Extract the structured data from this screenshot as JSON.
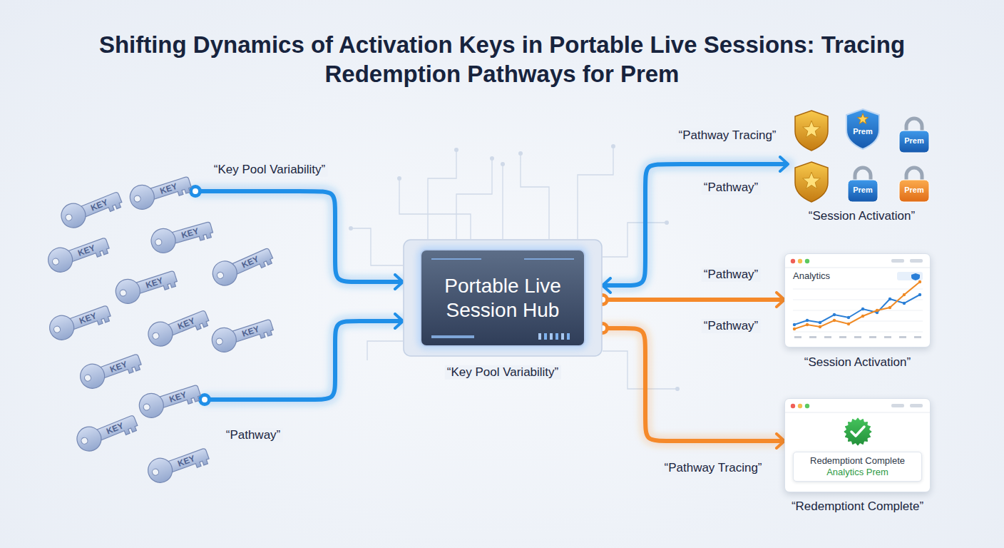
{
  "diagram": {
    "title": "Shifting Dynamics of Activation Keys in Portable Live Sessions: Tracing Redemption Pathways for Prem",
    "nodes": [
      {
        "text": [
          "KEY"
        ]
      },
      {
        "text": [
          "KEY"
        ]
      },
      {
        "text": [
          "KEY"
        ]
      },
      {
        "text": [
          "KEY"
        ]
      },
      {
        "text": [
          "KEY"
        ]
      },
      {
        "text": [
          "KEY"
        ]
      },
      {
        "text": [
          "KEY"
        ]
      },
      {
        "text": [
          "KEY"
        ]
      },
      {
        "text": [
          "KEY"
        ]
      },
      {
        "text": [
          "KEY"
        ]
      },
      {
        "text": [
          "KEY"
        ]
      },
      {
        "text": [
          "KEY"
        ]
      },
      {
        "text": [
          "KEY"
        ]
      },
      {
        "text": [
          "Portable Live Session Hub"
        ]
      },
      {
        "text": [
          "“Session Activation”"
        ]
      },
      {
        "text": [
          "Prem"
        ],
        "in": 14
      },
      {
        "text": [
          "Prem"
        ],
        "in": 14
      },
      {
        "text": [
          "Prem"
        ],
        "in": 14
      },
      {
        "text": [
          "Prem"
        ],
        "in": 14
      },
      {
        "text": [
          "Analytics",
          "“Session Activation”"
        ]
      },
      {
        "text": [
          "“Redemptiont Complete”"
        ]
      },
      {
        "text": [
          "Redemptiont Complete",
          "Analytics Prem"
        ],
        "in": 20
      }
    ],
    "edges": [
      {
        "from": 0,
        "to": 13,
        "arrow": "to"
      },
      {
        "from": 10,
        "to": 13,
        "arrow": "to"
      },
      {
        "from": 13,
        "to": 14,
        "arrow": "both"
      },
      {
        "from": 13,
        "to": 19,
        "arrow": "to"
      },
      {
        "from": 13,
        "to": 20,
        "arrow": "to"
      }
    ],
    "labels": [
      "“Key Pool Variability”",
      "“Pathway”",
      "“Key Pool Variability”",
      "“Pathway Tracing”",
      "“Pathway”",
      "“Pathway”",
      "“Pathway”",
      "“Pathway Tracing”"
    ]
  }
}
